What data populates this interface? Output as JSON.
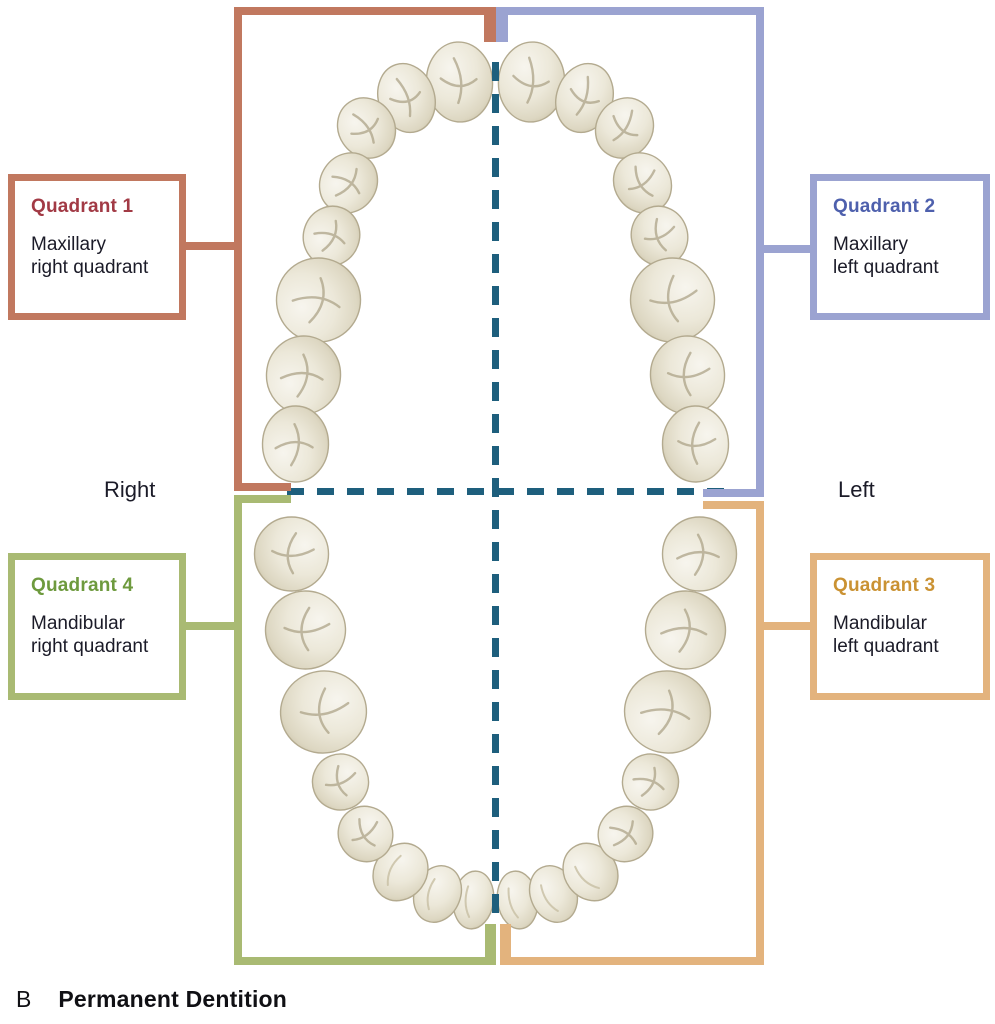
{
  "figure": {
    "caption": {
      "letter": "B",
      "title": "Permanent Dentition"
    },
    "side_labels": {
      "right": "Right",
      "left": "Left"
    },
    "quadrants": [
      {
        "id": 1,
        "title": "Quadrant 1",
        "line1": "Maxillary",
        "line2": "right quadrant",
        "figure_position": "top-left",
        "border_color": "#c1785f",
        "title_color": "#a23a45"
      },
      {
        "id": 2,
        "title": "Quadrant 2",
        "line1": "Maxillary",
        "line2": "left quadrant",
        "figure_position": "top-right",
        "border_color": "#9ba3d1",
        "title_color": "#4e60ad"
      },
      {
        "id": 3,
        "title": "Quadrant 3",
        "line1": "Mandibular",
        "line2": "left quadrant",
        "figure_position": "bottom-right",
        "border_color": "#e3b37d",
        "title_color": "#ca9233"
      },
      {
        "id": 4,
        "title": "Quadrant 4",
        "line1": "Mandibular",
        "line2": "right quadrant",
        "figure_position": "bottom-left",
        "border_color": "#a9ba73",
        "title_color": "#6e9a3e"
      }
    ],
    "midline_color": "#1e5f7d",
    "teeth_per_arch": 16,
    "total_teeth_shown": 32,
    "tooth_colors": {
      "fill": "#e9e5d5",
      "highlight": "#f7f5ee",
      "shadow": "#c9c1a6",
      "outline": "#b3aa8f",
      "fissure": "#a89e82"
    },
    "text_color": "#1b1b28"
  }
}
